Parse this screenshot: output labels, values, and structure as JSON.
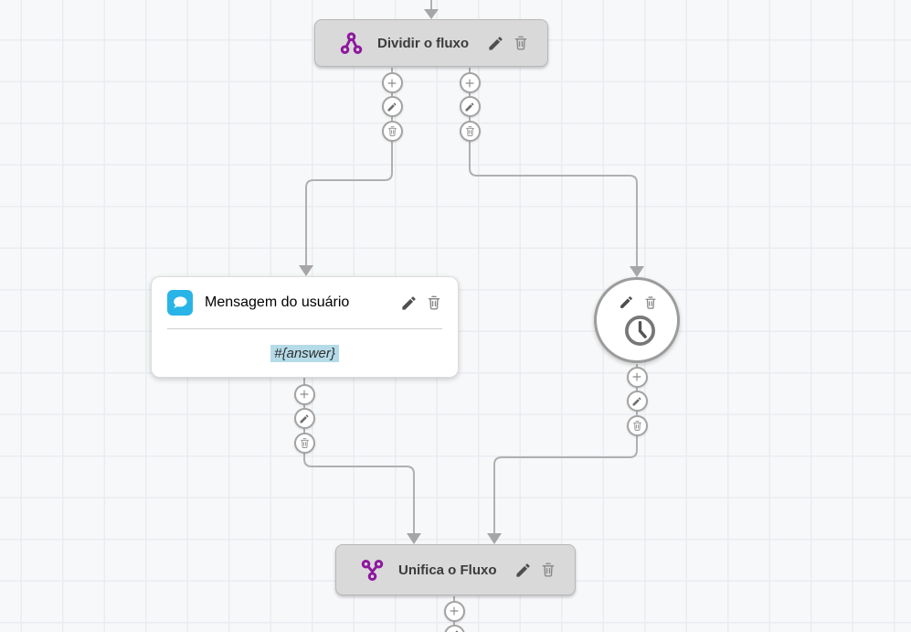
{
  "canvas": {
    "background": "#f7f8f9",
    "grid_color": "#e9ecf1",
    "connector_color": "#b0b0b0",
    "arrow_color": "#a6a6a6"
  },
  "nodes": {
    "split": {
      "title": "Dividir o fluxo",
      "icon": "split-flow-icon",
      "icon_color": "#8e189e"
    },
    "message": {
      "title": "Mensagem do usuário",
      "icon": "chat-bubble-icon",
      "icon_bg": "#29b4e8",
      "body_value": "#{answer}",
      "body_highlight": "#b5dbe9"
    },
    "timer": {
      "icon": "clock-icon"
    },
    "merge": {
      "title": "Unifica o Fluxo",
      "icon": "merge-flow-icon",
      "icon_color": "#8e189e"
    }
  },
  "node_actions": {
    "edit": "edit-icon",
    "delete": "trash-icon"
  },
  "branch_actions": {
    "add": "plus-icon",
    "edit": "edit-icon",
    "delete": "trash-icon"
  }
}
